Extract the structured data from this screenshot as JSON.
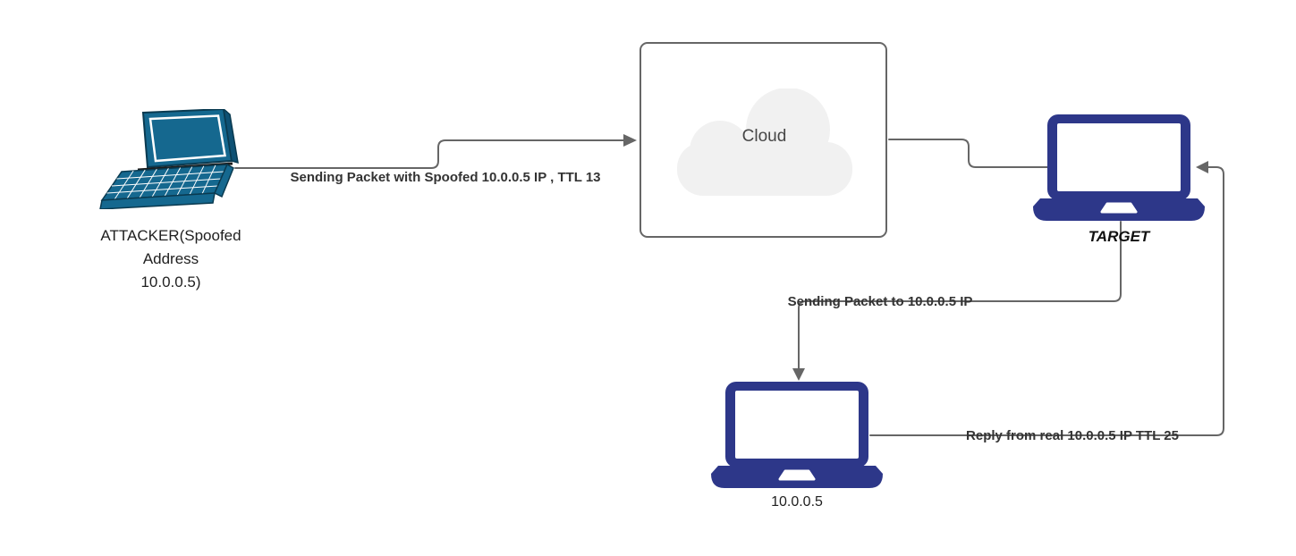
{
  "diagram_type": "network-spoofing-flow",
  "nodes": {
    "attacker": {
      "label": "ATTACKER(Spoofed Address 10.0.0.5)",
      "label_lines": [
        "ATTACKER(Spoofed",
        "Address",
        "10.0.0.5)"
      ],
      "icon": "laptop-perspective-icon"
    },
    "cloud": {
      "label": "Cloud",
      "icon": "cloud-icon"
    },
    "target": {
      "label": "TARGET",
      "icon": "laptop-front-icon"
    },
    "real_host": {
      "label": "10.0.0.5",
      "icon": "laptop-front-icon"
    }
  },
  "edges": [
    {
      "id": "attacker-to-cloud",
      "from": "attacker",
      "to": "cloud",
      "label": "Sending Packet with Spoofed 10.0.0.5 IP , TTL 13"
    },
    {
      "id": "cloud-to-target",
      "from": "cloud",
      "to": "target",
      "label": ""
    },
    {
      "id": "target-to-real-host",
      "from": "target",
      "to": "real_host",
      "label": "Sending Packet to 10.0.0.5 IP"
    },
    {
      "id": "real-host-to-target",
      "from": "real_host",
      "to": "target",
      "label": "Reply from real 10.0.0.5 IP TTL 25"
    }
  ],
  "colors": {
    "edge": "#666666",
    "attacker_laptop_teal": "#15688f",
    "attacker_laptop_dark": "#0e5174",
    "laptop_navy": "#2d3789",
    "cloud_fill": "#f1f1f1",
    "cloud_border": "#666666",
    "edge_label_text": "#333333",
    "node_label_text": "#1f1f1f",
    "background": "#ffffff"
  }
}
